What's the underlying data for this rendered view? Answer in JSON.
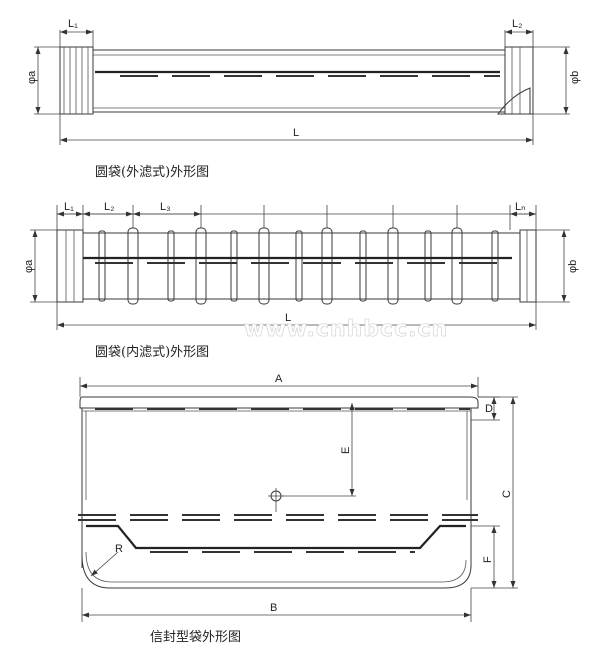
{
  "diagram1": {
    "caption": "圆袋(外滤式)外形图",
    "labels": {
      "L1": "L₁",
      "L2": "L₂",
      "L": "L",
      "phi_a": "φa",
      "phi_b": "φb"
    }
  },
  "diagram2": {
    "caption": "圆袋(内滤式)外形图",
    "labels": {
      "L1": "L₁",
      "L2": "L₂",
      "L3": "L₃",
      "Ln": "Lₙ",
      "L": "L",
      "phi_a": "φa",
      "phi_b": "φb"
    }
  },
  "diagram3": {
    "caption": "信封型袋外形图",
    "labels": {
      "A": "A",
      "B": "B",
      "C": "C",
      "D": "D",
      "E": "E",
      "F": "F",
      "R": "R"
    }
  },
  "watermark": "www.cnhbcc.cn"
}
